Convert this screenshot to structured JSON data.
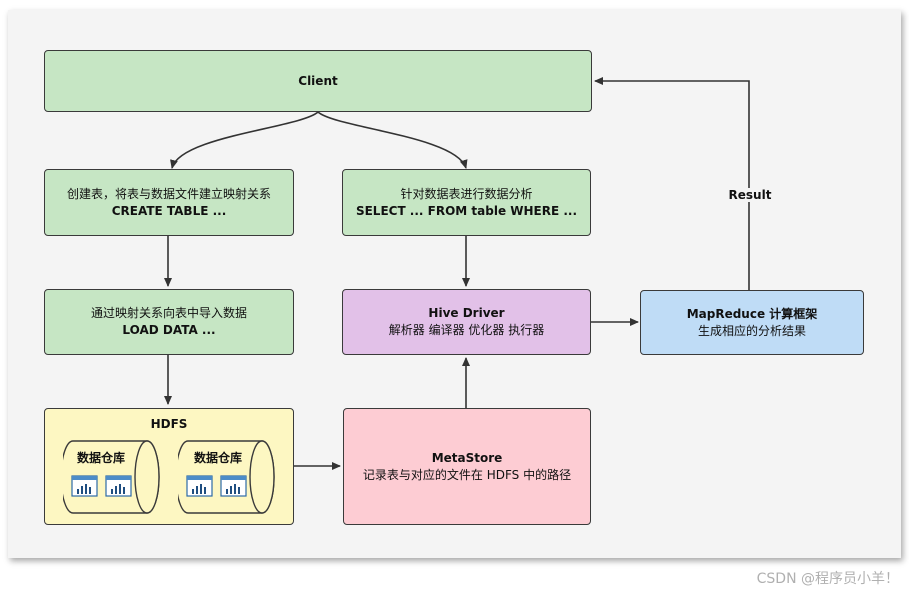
{
  "nodes": {
    "client": {
      "label": "Client"
    },
    "create_table": {
      "line1": "创建表，将表与数据文件建立映射关系",
      "line2": "CREATE TABLE ..."
    },
    "select": {
      "line1": "针对数据表进行数据分析",
      "line2": "SELECT ... FROM table WHERE ..."
    },
    "load_data": {
      "line1": "通过映射关系向表中导入数据",
      "line2": "LOAD DATA ..."
    },
    "hive_driver": {
      "line1": "Hive Driver",
      "line2": "解析器 编译器 优化器 执行器"
    },
    "mapreduce": {
      "line1": "MapReduce 计算框架",
      "line2": "生成相应的分析结果"
    },
    "hdfs": {
      "title": "HDFS",
      "warehouse_1": "数据仓库",
      "warehouse_2": "数据仓库"
    },
    "metastore": {
      "line1": "MetaStore",
      "line2": "记录表与对应的文件在 HDFS 中的路径"
    }
  },
  "edges": {
    "result_label": "Result"
  },
  "watermark": "CSDN @程序员小羊！",
  "colors": {
    "green": "#c6e6c4",
    "purple": "#e2c1e8",
    "blue": "#bfdcf6",
    "yellow": "#fdf7c2",
    "pink": "#fdccd3",
    "border": "#3a3a3a"
  },
  "icons": [
    "cylinder-icon",
    "chart-document-icon",
    "arrow-icon"
  ]
}
